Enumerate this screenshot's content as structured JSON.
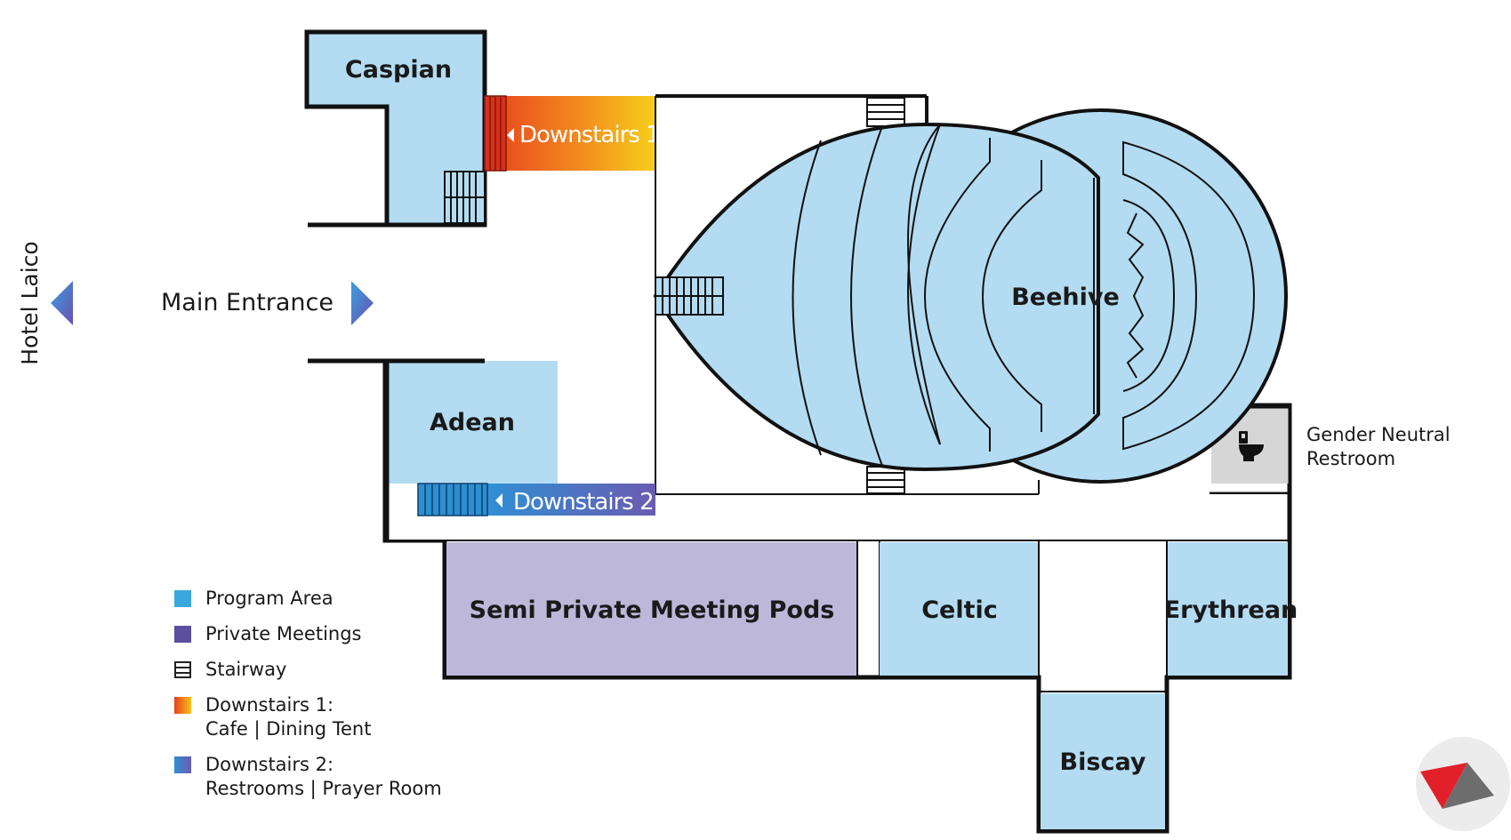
{
  "rooms": {
    "caspian": "Caspian",
    "adean": "Adean",
    "beehive": "Beehive",
    "semi_private": "Semi Private Meeting Pods",
    "celtic": "Celtic",
    "erythrean": "Erythrean",
    "biscay": "Biscay"
  },
  "stairs": {
    "downstairs1": "Downstairs 1",
    "downstairs2": "Downstairs 2"
  },
  "restroom": {
    "line1": "Gender Neutral",
    "line2": "Restroom",
    "icon": "toilet-icon"
  },
  "entrance": {
    "main": "Main Entrance",
    "hotel": "Hotel Laico"
  },
  "legend": {
    "program_area": "Program Area",
    "private_meetings": "Private Meetings",
    "stairway": "Stairway",
    "downstairs1_line1": "Downstairs 1:",
    "downstairs1_line2": "Cafe | Dining Tent",
    "downstairs2_line1": "Downstairs 2:",
    "downstairs2_line2": "Restrooms | Prayer Room"
  },
  "colors": {
    "program_fill": "#b3dcf2",
    "program_swatch": "#3aa8dc",
    "private_fill": "#bdb8da",
    "private_swatch": "#5b4f9e",
    "restroom_fill": "#d6d6d6",
    "down1_start": "#e8401c",
    "down1_end": "#f6c21a",
    "down2_start": "#2f8fd4",
    "down2_end": "#6b5bb0",
    "wall": "#111111",
    "logo_red": "#e3202a",
    "logo_grey": "#6d6d6d"
  }
}
